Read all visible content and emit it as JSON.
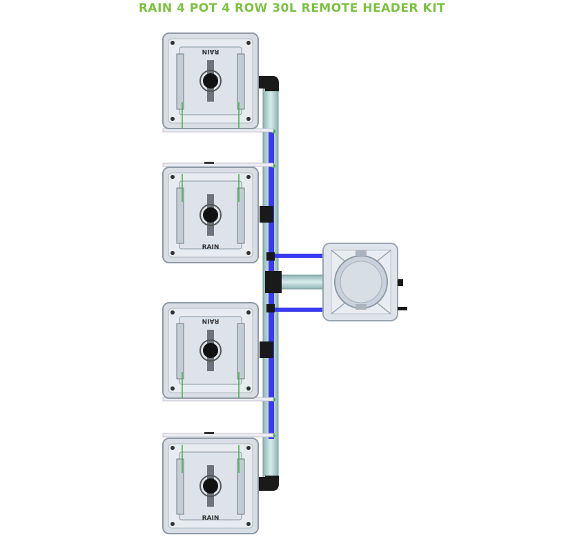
{
  "title": "RAIN 4 POT 4 ROW 30L REMOTE HEADER KIT",
  "brand_mark": "RAIN",
  "pot_count": 4,
  "colors": {
    "title": "#7cc141",
    "pot_frame": "#b9c2cc",
    "pot_fill": "#dfe4ea",
    "feed_line": "#3a3af0",
    "drain_pipe": "#a8c8c8",
    "fitting": "#1a1a1a",
    "dripper": "#3cb043"
  },
  "pots": [
    {
      "name": "pot-1",
      "label": "RAIN",
      "orientation": "flipped"
    },
    {
      "name": "pot-2",
      "label": "RAIN",
      "orientation": "normal"
    },
    {
      "name": "pot-3",
      "label": "RAIN",
      "orientation": "flipped"
    },
    {
      "name": "pot-4",
      "label": "RAIN",
      "orientation": "normal"
    }
  ]
}
